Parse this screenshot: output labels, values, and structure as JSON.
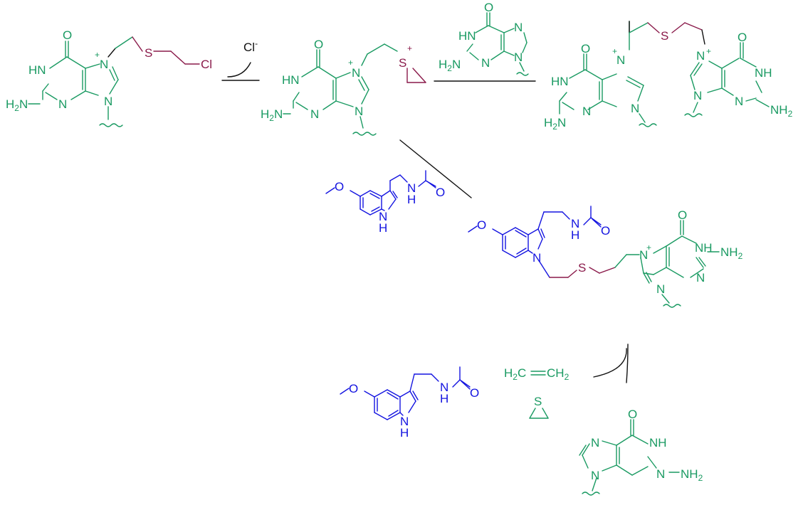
{
  "colors": {
    "guanine": "#1a9a62",
    "melatonin": "#1414e0",
    "sulfur_linker": "#8a1a4a",
    "arrows": "#111111"
  },
  "labels": {
    "O": "O",
    "N": "N",
    "HN": "HN",
    "NH": "NH",
    "H": "H",
    "H2N_main": "H",
    "H2N_sub": "2",
    "N_H2": "N",
    "NH2_main": "NH",
    "NH2_sub": "2",
    "plus": "+",
    "S": "S",
    "Cl": "Cl",
    "chloride": "Cl",
    "minus": "-",
    "H2C": "H",
    "H2C_sub": "2",
    "C": "C",
    "CH2": "CH",
    "CH2_sub": "2"
  }
}
